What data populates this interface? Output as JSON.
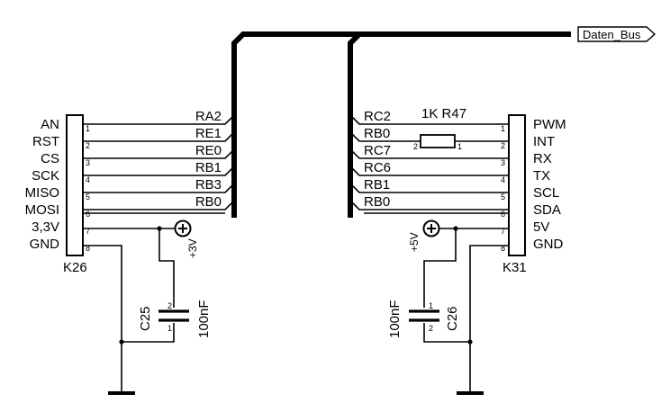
{
  "bus_label": "Daten_Bus",
  "k26": {
    "name": "K26",
    "left_labels": [
      "AN",
      "RST",
      "CS",
      "SCK",
      "MISO",
      "MOSI",
      "3,3V",
      "GND"
    ],
    "bus_labels": [
      "RA2",
      "RE1",
      "RE0",
      "RB1",
      "RB3",
      "RB0"
    ],
    "pins": [
      "1",
      "2",
      "3",
      "4",
      "5",
      "6",
      "7",
      "8"
    ]
  },
  "k31": {
    "name": "K31",
    "right_labels": [
      "PWM",
      "INT",
      "RX",
      "TX",
      "SCL",
      "SDA",
      "5V",
      "GND"
    ],
    "bus_labels": [
      "RC2",
      "RB0",
      "RC7",
      "RC6",
      "RB1",
      "RB0"
    ],
    "pins": [
      "1",
      "2",
      "3",
      "4",
      "5",
      "6",
      "7",
      "8"
    ]
  },
  "r47": {
    "label": "1K R47",
    "pin_a": "2",
    "pin_b": "1"
  },
  "c25": {
    "name": "C25",
    "value": "100nF",
    "pin_top": "2",
    "pin_bottom": "1"
  },
  "c26": {
    "name": "C26",
    "value": "100nF",
    "pin_top": "1",
    "pin_bottom": "2"
  },
  "power": {
    "left": "+3V",
    "right": "+5V"
  }
}
